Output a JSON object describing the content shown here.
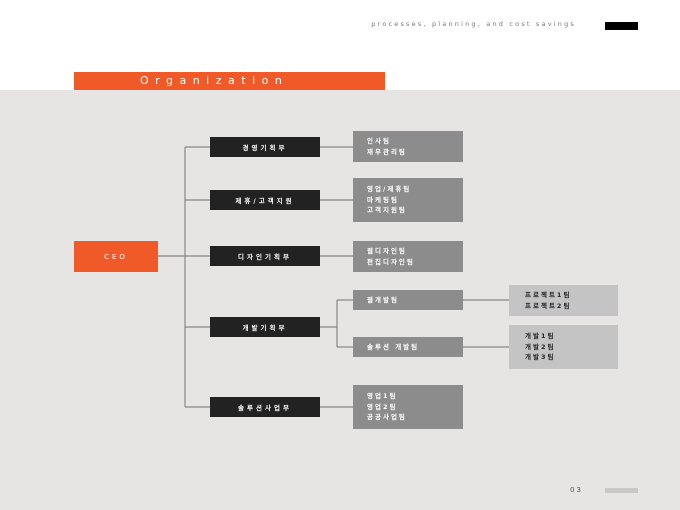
{
  "header": {
    "tagline": "processes, planning, and cost savings",
    "section_title": "Organization"
  },
  "org": {
    "root": "CEO",
    "departments": [
      {
        "name": "경영기획부",
        "teams": [
          {
            "lines": [
              "인사팀",
              "재무관리팀"
            ],
            "subteams": []
          }
        ]
      },
      {
        "name": "제휴/고객지원",
        "teams": [
          {
            "lines": [
              "영업/제휴팀",
              "마케팅팀",
              "고객지원팀"
            ],
            "subteams": []
          }
        ]
      },
      {
        "name": "디자인기획부",
        "teams": [
          {
            "lines": [
              "웹디자인팀",
              "편집디자인팀"
            ],
            "subteams": []
          }
        ]
      },
      {
        "name": "개발기획부",
        "teams": [
          {
            "lines": [
              "웹개발팀"
            ],
            "subteams": [
              {
                "lines": [
                  "프로젝트1팀",
                  "프로젝트2팀"
                ]
              }
            ]
          },
          {
            "lines": [
              "솔루션 개발팀"
            ],
            "subteams": [
              {
                "lines": [
                  "개발1팀",
                  "개발2팀",
                  "개발3팀"
                ]
              }
            ]
          }
        ]
      },
      {
        "name": "솔루션사업부",
        "teams": [
          {
            "lines": [
              "영업1팀",
              "영업2팀",
              "공공사업팀"
            ],
            "subteams": []
          }
        ]
      }
    ]
  },
  "footer": {
    "page_number": "03"
  }
}
